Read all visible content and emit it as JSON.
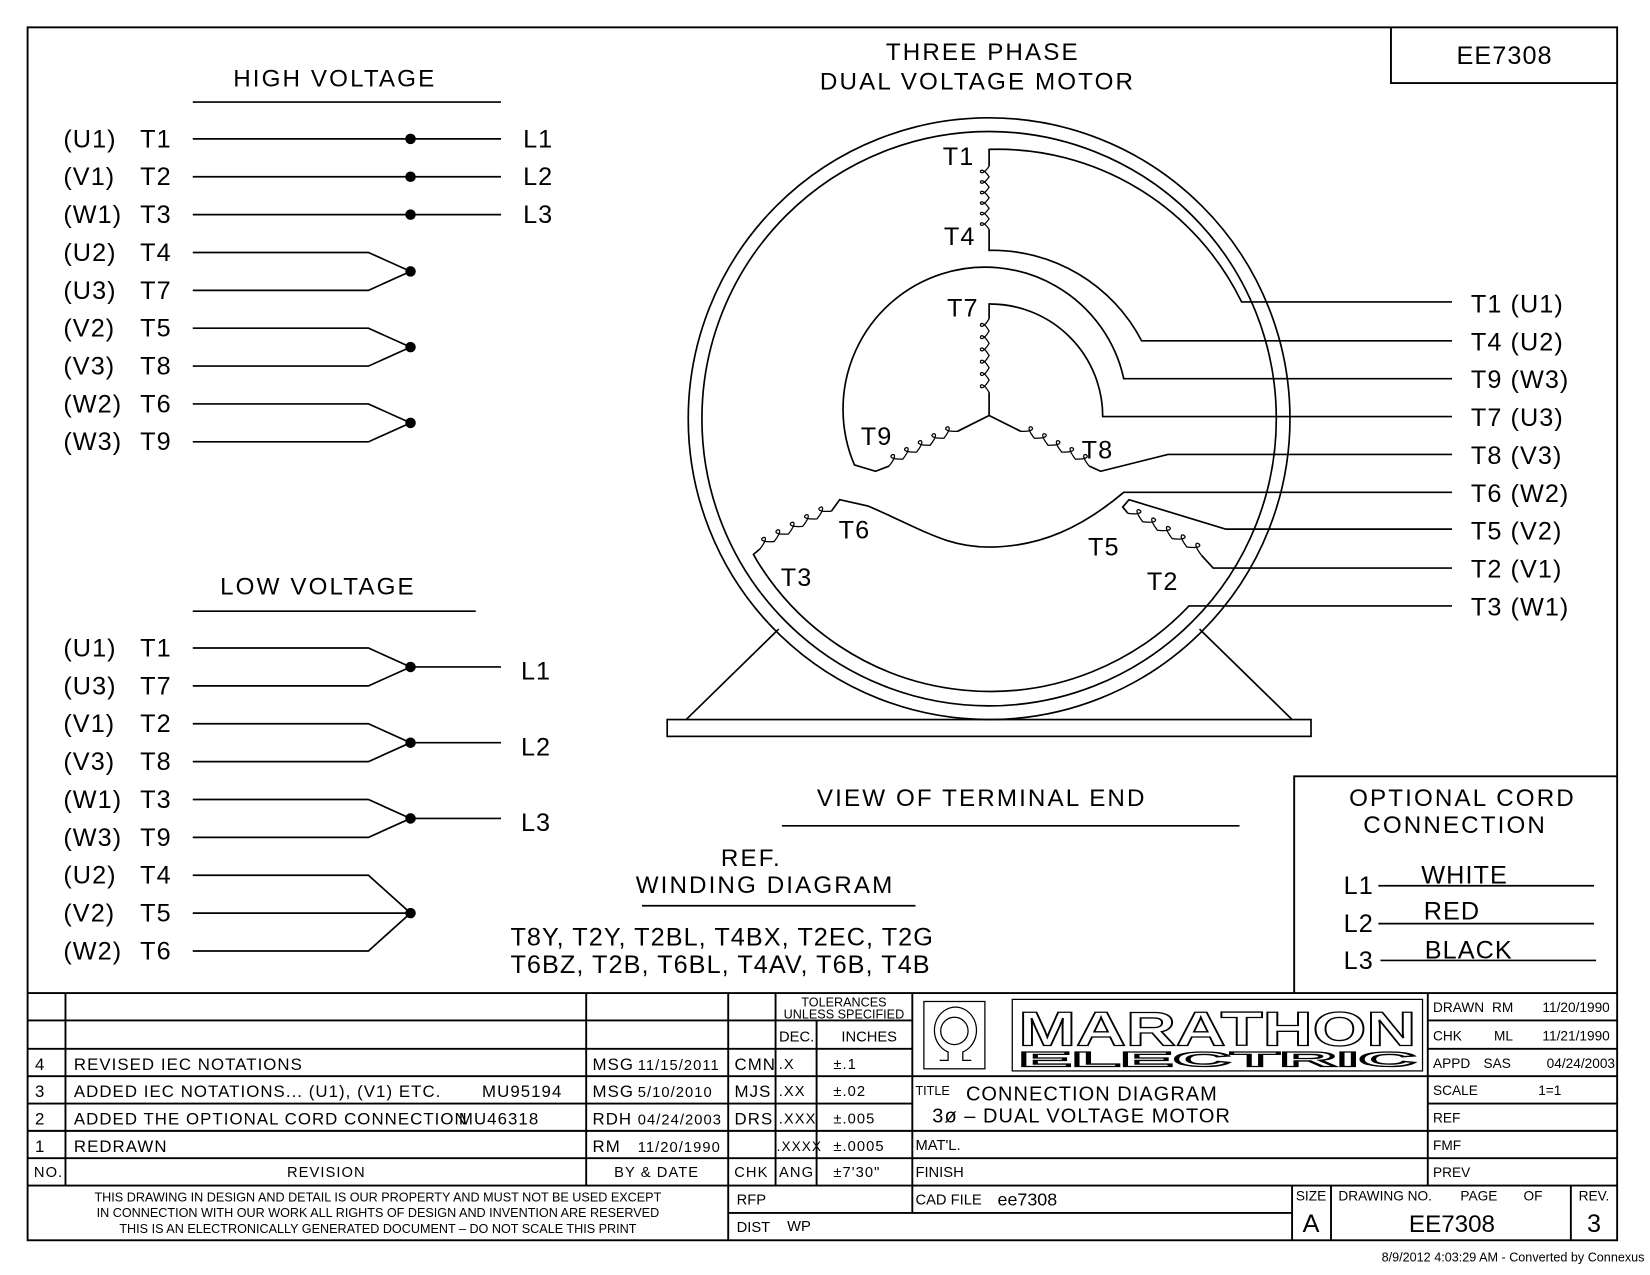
{
  "drawing_number_box": "EE7308",
  "main_title": {
    "line1": "THREE PHASE",
    "line2": "DUAL VOLTAGE MOTOR"
  },
  "high_voltage": {
    "title": "HIGH VOLTAGE",
    "rows": [
      {
        "iec": "(U1)",
        "lead": "T1"
      },
      {
        "iec": "(V1)",
        "lead": "T2"
      },
      {
        "iec": "(W1)",
        "lead": "T3"
      },
      {
        "iec": "(U2)",
        "lead": "T4"
      },
      {
        "iec": "(U3)",
        "lead": "T7"
      },
      {
        "iec": "(V2)",
        "lead": "T5"
      },
      {
        "iec": "(V3)",
        "lead": "T8"
      },
      {
        "iec": "(W2)",
        "lead": "T6"
      },
      {
        "iec": "(W3)",
        "lead": "T9"
      }
    ],
    "lines": [
      "L1",
      "L2",
      "L3"
    ]
  },
  "low_voltage": {
    "title": "LOW VOLTAGE",
    "rows": [
      {
        "iec": "(U1)",
        "lead": "T1"
      },
      {
        "iec": "(U3)",
        "lead": "T7"
      },
      {
        "iec": "(V1)",
        "lead": "T2"
      },
      {
        "iec": "(V3)",
        "lead": "T8"
      },
      {
        "iec": "(W1)",
        "lead": "T3"
      },
      {
        "iec": "(W3)",
        "lead": "T9"
      },
      {
        "iec": "(U2)",
        "lead": "T4"
      },
      {
        "iec": "(V2)",
        "lead": "T5"
      },
      {
        "iec": "(W2)",
        "lead": "T6"
      }
    ],
    "lines": [
      "L1",
      "L2",
      "L3"
    ]
  },
  "motor": {
    "winding_labels": {
      "t1": "T1",
      "t4": "T4",
      "t7": "T7",
      "t9": "T9",
      "t8": "T8",
      "t6": "T6",
      "t3": "T3",
      "t5": "T5",
      "t2": "T2"
    },
    "lead_outputs": [
      "T1 (U1)",
      "T4 (U2)",
      "T9 (W3)",
      "T7 (U3)",
      "T8 (V3)",
      "T6 (W2)",
      "T5 (V2)",
      "T2 (V1)",
      "T3 (W1)"
    ],
    "view_caption": "VIEW OF TERMINAL END"
  },
  "ref_winding": {
    "ref": "REF.",
    "title": "WINDING DIAGRAM",
    "models_line1": "T8Y,  T2Y,  T2BL,  T4BX,  T2EC,  T2G",
    "models_line2": "T6BZ,  T2B,  T6BL,  T4AV,  T6B,  T4B"
  },
  "cord_connection": {
    "title_line1": "OPTIONAL CORD",
    "title_line2": "CONNECTION",
    "rows": [
      {
        "line": "L1",
        "color": "WHITE"
      },
      {
        "line": "L2",
        "color": "RED"
      },
      {
        "line": "L3",
        "color": "BLACK"
      }
    ]
  },
  "title_block": {
    "tolerances": {
      "line1": "TOLERANCES",
      "line2": "UNLESS SPECIFIED",
      "dec": "DEC.",
      "inches": "INCHES",
      "rows": [
        {
          "dec": ".X",
          "inches": "±.1"
        },
        {
          "dec": ".XX",
          "inches": "±.02"
        },
        {
          "dec": ".XXX",
          "inches": "±.005"
        },
        {
          "dec": ".XXXX",
          "inches": "±.0005"
        }
      ],
      "ang_label": "ANG",
      "ang_value": "±7'30\""
    },
    "revisions": [
      {
        "no": "4",
        "text": "REVISED IEC NOTATIONS",
        "ecn": "",
        "by": "MSG",
        "date": "11/15/2011",
        "chk": "CMN"
      },
      {
        "no": "3",
        "text": "ADDED IEC NOTATIONS... (U1), (V1) ETC.",
        "ecn": "MU95194",
        "by": "MSG",
        "date": "5/10/2010",
        "chk": "MJS"
      },
      {
        "no": "2",
        "text": "ADDED THE OPTIONAL CORD CONNECTION",
        "ecn": "MU46318",
        "by": "RDH",
        "date": "04/24/2003",
        "chk": "DRS"
      },
      {
        "no": "1",
        "text": "REDRAWN",
        "ecn": "",
        "by": "RM",
        "date": "11/20/1990",
        "chk": ""
      }
    ],
    "headers": {
      "no": "NO.",
      "revision": "REVISION",
      "by_date": "BY & DATE",
      "chk": "CHK"
    },
    "disclaimer": [
      "THIS DRAWING IN DESIGN AND DETAIL IS OUR PROPERTY AND MUST NOT BE USED EXCEPT",
      "IN CONNECTION WITH OUR WORK ALL RIGHTS OF DESIGN AND INVENTION ARE RESERVED",
      "THIS IS AN ELECTRONICALLY GENERATED DOCUMENT – DO NOT SCALE THIS PRINT"
    ],
    "rfp_label": "RFP",
    "dist_label": "DIST",
    "dist_value": "WP",
    "logo": {
      "line1": "MARATHON",
      "line2": "ELECTRIC"
    },
    "title_label": "TITLE",
    "title_line1": "CONNECTION DIAGRAM",
    "title_line2": "3ø – DUAL VOLTAGE MOTOR",
    "matl_label": "MAT'L.",
    "finish_label": "FINISH",
    "cad_file_label": "CAD FILE",
    "cad_file_value": "ee7308",
    "drawn": {
      "label": "DRAWN",
      "by": "RM",
      "date": "11/20/1990"
    },
    "chk": {
      "label": "CHK",
      "by": "ML",
      "date": "11/21/1990"
    },
    "appd": {
      "label": "APPD",
      "by": "SAS",
      "date": "04/24/2003"
    },
    "scale": {
      "label": "SCALE",
      "value": "1=1"
    },
    "ref_label": "REF",
    "fmf_label": "FMF",
    "prev_label": "PREV",
    "size_label": "SIZE",
    "size_value": "A",
    "drawing_no_label": "DRAWING NO.",
    "page_label": "PAGE",
    "of_label": "OF",
    "drawing_no_value": "EE7308",
    "rev_label": "REV.",
    "rev_value": "3"
  },
  "footer": "8/9/2012 4:03:29 AM - Converted by Connexus"
}
